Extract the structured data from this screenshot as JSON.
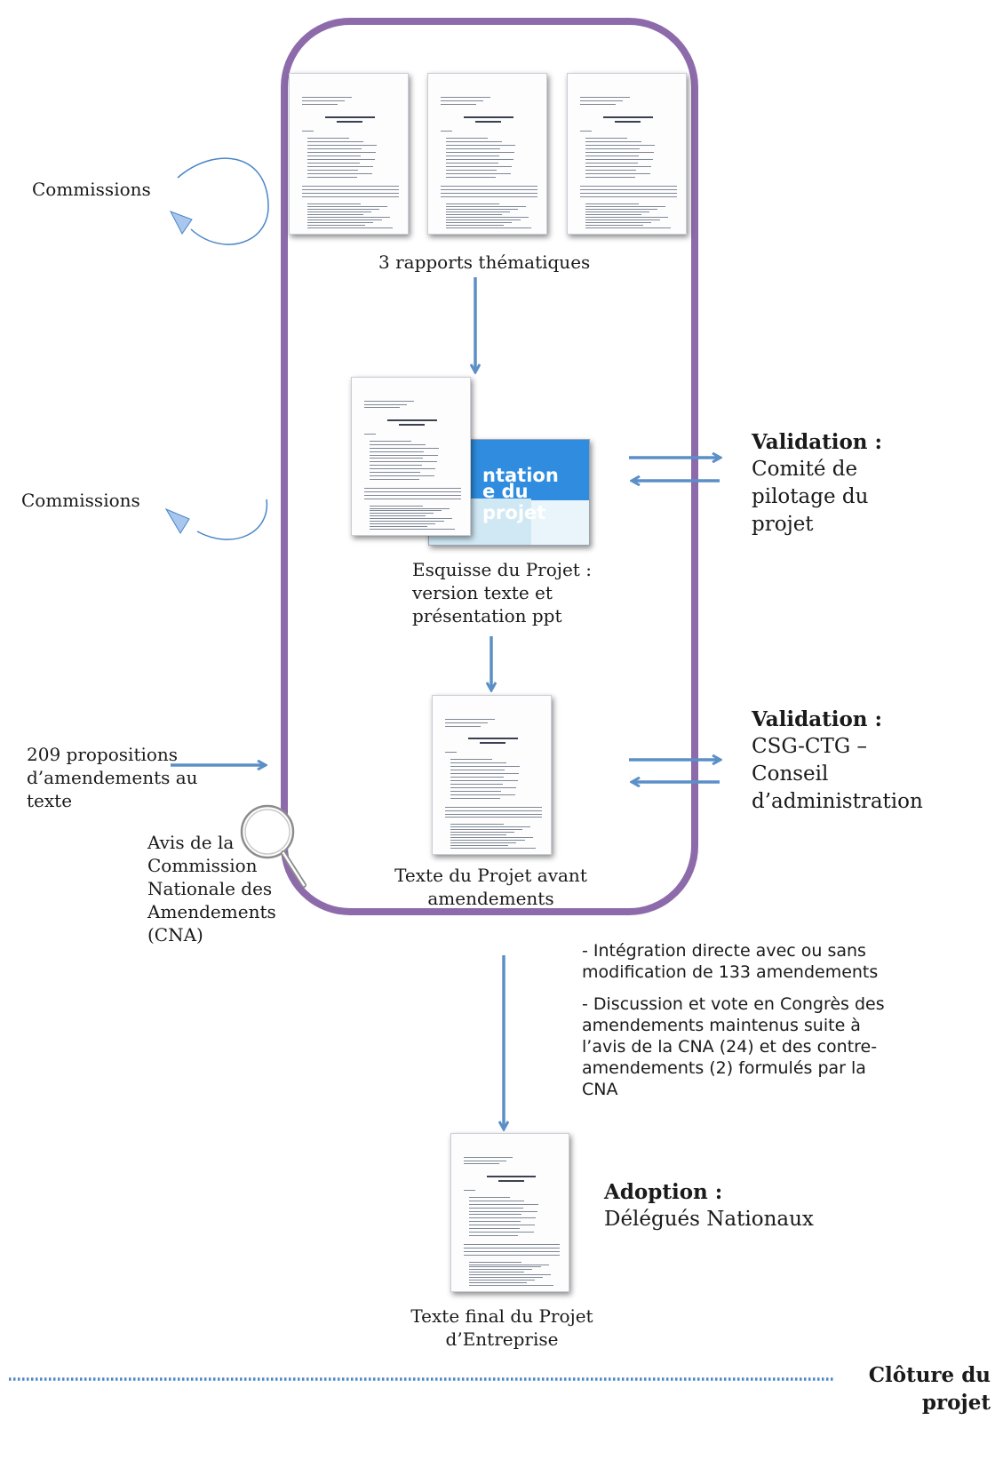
{
  "labels": {
    "commissions_top": "Commissions",
    "commissions_mid": "Commissions",
    "rapports": "3 rapports thématiques",
    "esquisse_line1": "Esquisse du Projet :",
    "esquisse_line2": "version texte et",
    "esquisse_line3": "présentation ppt",
    "texte_avant_line1": "Texte du Projet avant",
    "texte_avant_line2": "amendements",
    "propositions_line1": "209 propositions",
    "propositions_line2": "d’amendements au",
    "propositions_line3": "texte",
    "avis_line1": "Avis de la",
    "avis_line2": "Commission",
    "avis_line3": "Nationale des",
    "avis_line4": "Amendements",
    "avis_line5": "(CNA)",
    "validation1_title": "Validation :",
    "validation1_line1": "Comité de",
    "validation1_line2": "pilotage du",
    "validation1_line3": "projet",
    "validation2_title": "Validation :",
    "validation2_line1": "CSG-CTG –",
    "validation2_line2": "Conseil",
    "validation2_line3": "d’administration",
    "note1_line1": "- Intégration directe avec ou sans",
    "note1_line2": "modification de 133 amendements",
    "note2_line1": "- Discussion et vote en Congrès des",
    "note2_line2": "amendements maintenus suite à",
    "note2_line3": "l’avis de la CNA (24) et des contre-",
    "note2_line4": "amendements (2) formulés par la",
    "note2_line5": "CNA",
    "adoption_title": "Adoption :",
    "adoption_line1": "Délégués Nationaux",
    "texte_final_line1": "Texte final du Projet",
    "texte_final_line2": "d’Entreprise",
    "cloture_line1": "Clôture du",
    "cloture_line2": "projet"
  },
  "slide_text": {
    "line1": "ntation",
    "line2": "e du projet"
  },
  "colors": {
    "container_border": "#8d6bab",
    "arrow": "#5b8fc7",
    "loop_arrow": "#4a86c8",
    "dotted_line": "#4f86c6",
    "slide_bg": "#2f8cde"
  },
  "icons": [
    "magnifier-icon",
    "document-icon",
    "loop-arrow-icon",
    "arrow-icon"
  ]
}
